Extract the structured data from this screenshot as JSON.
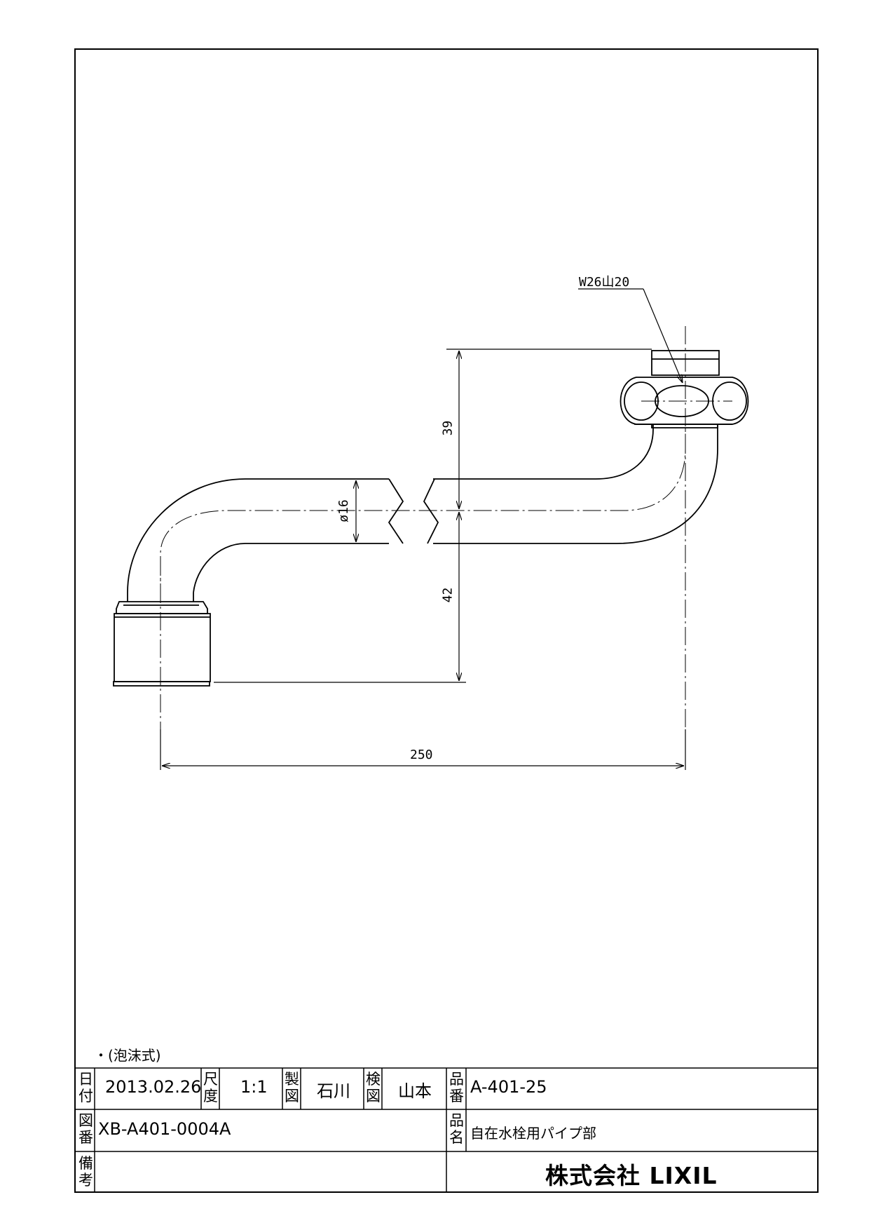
{
  "drawing": {
    "note": "・(泡沫式)",
    "thread_callout": "W26山20",
    "dim_height_upper": "39",
    "dim_height_lower": "42",
    "dim_diameter": "ø16",
    "dim_length": "250"
  },
  "title_block": {
    "date_label": "日付",
    "date_value": "2013.02.26",
    "scale_label": "尺度",
    "scale_value": "1:1",
    "drawn_label": "製図",
    "drawn_value": "石川",
    "checked_label": "検図",
    "checked_value": "山本",
    "part_no_label": "品番",
    "part_no_value": "A-401-25",
    "drawing_no_label": "図番",
    "drawing_no_value": "XB-A401-0004A",
    "part_name_label": "品名",
    "part_name_value": "自在水栓用パイプ部",
    "remarks_label": "備考",
    "company": "株式会社 LIXIL"
  }
}
